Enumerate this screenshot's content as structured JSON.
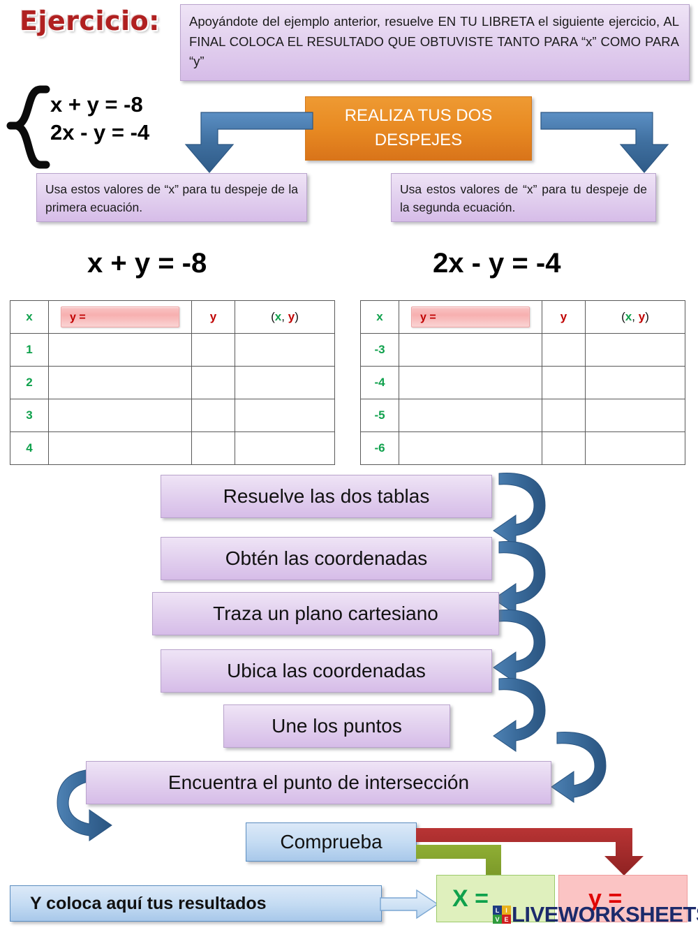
{
  "title": "Ejercicio:",
  "instructions": "Apoyándote del ejemplo anterior, resuelve EN TU LIBRETA el siguiente ejercicio, AL FINAL COLOCA EL RESULTADO QUE OBTUVISTE TANTO  PARA “x” COMO PARA “y”",
  "system": {
    "equation_1": "x + y = -8",
    "equation_2": "2x - y = -4"
  },
  "orange_box": {
    "line_1": "REALIZA TUS DOS",
    "line_2": "DESPEJES"
  },
  "hints": {
    "left": "Usa estos valores de “x” para tu despeje de la  primera ecuación.",
    "right": "Usa estos valores de “x” para  tu despeje de la segunda ecuación."
  },
  "tables": [
    {
      "heading": "x + y = -8",
      "headers": {
        "x": "x",
        "formula": "y =",
        "y": "y",
        "pair_open": "(",
        "pair_x": "x",
        "pair_sep": ", ",
        "pair_y": "y",
        "pair_close": ")"
      },
      "formula_value": "",
      "rows": [
        {
          "x": "1",
          "formula": "",
          "y": "",
          "pair": ""
        },
        {
          "x": "2",
          "formula": "",
          "y": "",
          "pair": ""
        },
        {
          "x": "3",
          "formula": "",
          "y": "",
          "pair": ""
        },
        {
          "x": "4",
          "formula": "",
          "y": "",
          "pair": ""
        }
      ]
    },
    {
      "heading": "2x - y = -4",
      "headers": {
        "x": "x",
        "formula": "y =",
        "y": "y",
        "pair_open": "(",
        "pair_x": "x",
        "pair_sep": ", ",
        "pair_y": "y",
        "pair_close": ")"
      },
      "formula_value": "",
      "rows": [
        {
          "x": "-3",
          "formula": "",
          "y": "",
          "pair": ""
        },
        {
          "x": "-4",
          "formula": "",
          "y": "",
          "pair": ""
        },
        {
          "x": "-5",
          "formula": "",
          "y": "",
          "pair": ""
        },
        {
          "x": "-6",
          "formula": "",
          "y": "",
          "pair": ""
        }
      ]
    }
  ],
  "steps": [
    "Resuelve las dos tablas",
    "Obtén las coordenadas",
    "Traza un plano cartesiano",
    "Ubica las coordenadas",
    "Une los puntos",
    "Encuentra el punto de intersección"
  ],
  "check_box": "Comprueba",
  "results_label": "Y coloca aquí tus resultados",
  "results": {
    "x_label": "X =",
    "x_value": "",
    "y_label": "y =",
    "y_value": ""
  },
  "watermark": {
    "logo": [
      "LI",
      "VE"
    ],
    "logo_tiles": [
      "L",
      "I",
      "V",
      "E"
    ],
    "text": "LIVEWORKSHEETS"
  },
  "colors": {
    "green": "#0fa14c",
    "red": "#c00000",
    "purple_panel": "#e3d2ef",
    "orange": "#e88a22",
    "blue_arrow": "#3c6f9e",
    "blue_panel": "#c5dcf3",
    "dark_red_arrow": "#a02a2a",
    "olive_arrow": "#7d9b2c",
    "title_red": "#b02020",
    "watermark_blue": "#1b2a6b"
  }
}
